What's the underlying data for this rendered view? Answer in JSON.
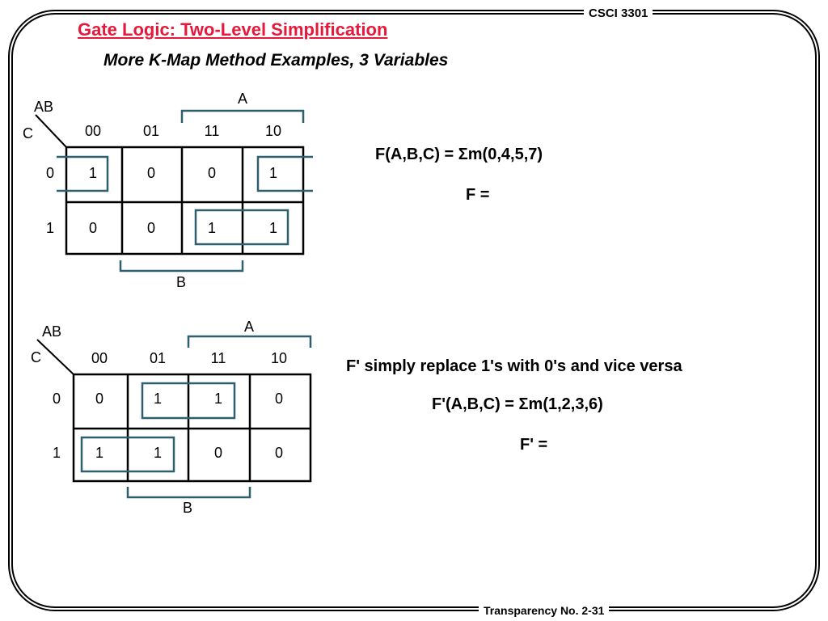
{
  "header": {
    "course": "CSCI 3301"
  },
  "footer": {
    "label": "Transparency No. 2-31"
  },
  "slide": {
    "title": "Gate Logic: Two-Level Simplification",
    "subtitle": "More K-Map Method Examples, 3 Variables"
  },
  "kmaps": [
    {
      "row_var": "C",
      "col_var": "AB",
      "col_headers": [
        "00",
        "01",
        "11",
        "10"
      ],
      "row_headers": [
        "0",
        "1"
      ],
      "cells": [
        [
          "1",
          "0",
          "0",
          "1"
        ],
        [
          "0",
          "0",
          "1",
          "1"
        ]
      ],
      "bracket_top_label": "A",
      "bracket_bottom_label": "B"
    },
    {
      "row_var": "C",
      "col_var": "AB",
      "col_headers": [
        "00",
        "01",
        "11",
        "10"
      ],
      "row_headers": [
        "0",
        "1"
      ],
      "cells": [
        [
          "0",
          "1",
          "1",
          "0"
        ],
        [
          "1",
          "1",
          "0",
          "0"
        ]
      ],
      "bracket_top_label": "A",
      "bracket_bottom_label": "B"
    }
  ],
  "equations": {
    "f_def": "F(A,B,C) = Σm(0,4,5,7)",
    "f_result": "F =",
    "fp_note": "F' simply replace 1's with 0's and vice versa",
    "fp_def": "F'(A,B,C) = Σm(1,2,3,6)",
    "fp_result": "F' ="
  },
  "colors": {
    "title": "#e6193c",
    "grouping": "#2e5f6e"
  }
}
